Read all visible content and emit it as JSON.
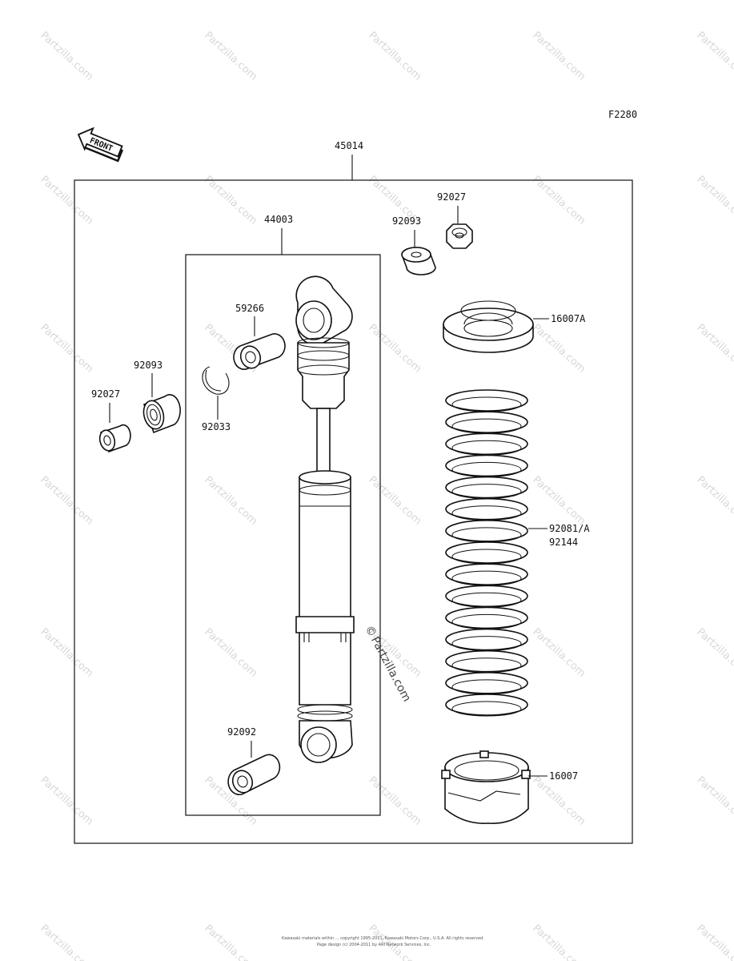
{
  "diagram_code": "F2280",
  "front_label": "FRONT",
  "assembly_label": "45014",
  "sub_assembly_label": "44003",
  "parts": {
    "p92027_top": "92027",
    "p92093_top": "92093",
    "p16007A": "16007A",
    "p59266": "59266",
    "p92093_left": "92093",
    "p92027_left": "92027",
    "p92033": "92033",
    "p92081A": "92081/A",
    "p92144": "92144",
    "p92092": "92092",
    "p16007": "16007"
  },
  "watermark_text": "Partzilla.com",
  "copyright_mark": "©",
  "footer_line1": "Kawasaki materials within ... copyright 1995-2011, Kawasaki Motors Corp., U.S.A. All rights reserved.",
  "footer_line2": "Page design (c) 2004-2011 by ARI Network Services, Inc."
}
